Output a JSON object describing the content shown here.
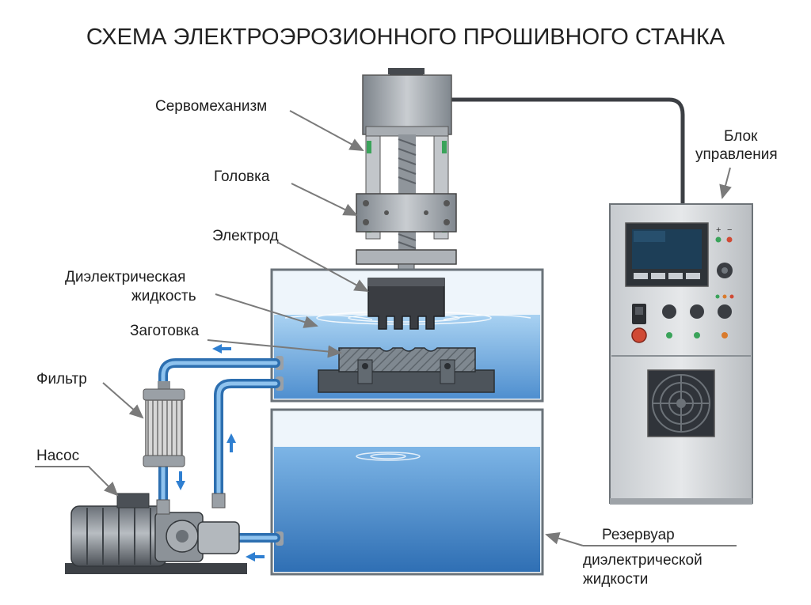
{
  "title": "СХЕМА ЭЛЕКТРОЭРОЗИОННОГО ПРОШИВНОГО СТАНКА",
  "labels": {
    "servo": "Сервомеханизм",
    "head": "Головка",
    "electrode": "Электрод",
    "dielectric_line1": "Диэлектрическая",
    "dielectric_line2": "жидкость",
    "workpiece": "Заготовка",
    "filter": "Фильтр",
    "pump": "Насос",
    "control_line1": "Блок",
    "control_line2": "управления",
    "reservoir_line1": "Резервуар",
    "reservoir_line2": "диэлектрической",
    "reservoir_line3": "жидкости"
  },
  "panel_symbols": {
    "plus": "+",
    "minus": "−"
  },
  "colors": {
    "fluid": "#3f82c8",
    "fluid_light": "#8fc0ea",
    "metal": "#9aa1a8",
    "dark_metal": "#3a3d42",
    "cabinet": "#d9dcdf",
    "screen": "#1d3e57",
    "arrow": "#2f7fd1"
  }
}
